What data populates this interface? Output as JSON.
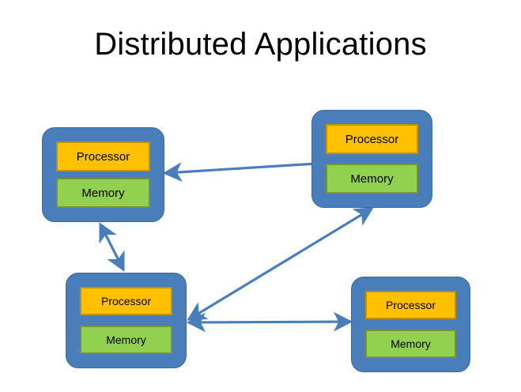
{
  "slide": {
    "title": "Distributed Applications",
    "background": "#ffffff"
  },
  "palette": {
    "node_fill": "#4A7EBB",
    "node_border": "#3C6A9E",
    "processor_fill": "#FFC000",
    "processor_border": "#BF9000",
    "memory_fill": "#92D050",
    "memory_border": "#76923C",
    "arrow": "#4A7EBB",
    "title_text": "#000000"
  },
  "nodes": [
    {
      "id": "node-top-left",
      "processor_label": "Processor",
      "memory_label": "Memory"
    },
    {
      "id": "node-top-right",
      "processor_label": "Processor",
      "memory_label": "Memory"
    },
    {
      "id": "node-bottom-left",
      "processor_label": "Processor",
      "memory_label": "Memory"
    },
    {
      "id": "node-bottom-right",
      "processor_label": "Processor",
      "memory_label": "Memory"
    }
  ],
  "connections": [
    {
      "id": "link-top-left-to-top-right",
      "from": "node-top-left",
      "to": "node-top-right",
      "style": "double-headed"
    },
    {
      "id": "link-top-left-to-bottom-left",
      "from": "node-top-left",
      "to": "node-bottom-left",
      "style": "double-headed"
    },
    {
      "id": "link-bottom-left-to-top-right",
      "from": "node-bottom-left",
      "to": "node-top-right",
      "style": "double-headed"
    },
    {
      "id": "link-bottom-left-to-bottom-right",
      "from": "node-bottom-left",
      "to": "node-bottom-right",
      "style": "double-headed"
    }
  ]
}
